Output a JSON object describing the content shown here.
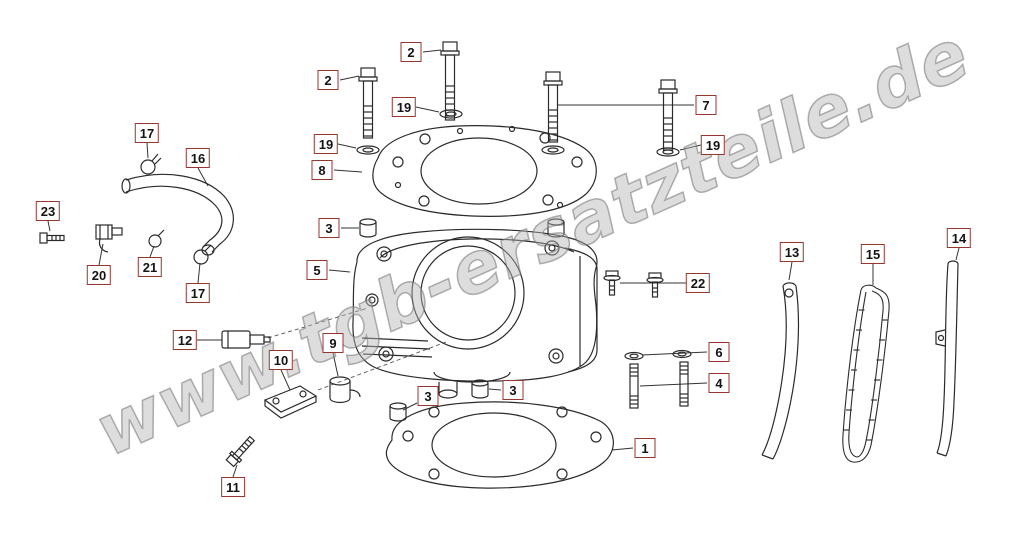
{
  "watermark": "www.tgb-ersatzteile.de",
  "callouts": [
    {
      "label": "2"
    },
    {
      "label": "2"
    },
    {
      "label": "19"
    },
    {
      "label": "7"
    },
    {
      "label": "19"
    },
    {
      "label": "19"
    },
    {
      "label": "8"
    },
    {
      "label": "17"
    },
    {
      "label": "16"
    },
    {
      "label": "23"
    },
    {
      "label": "3"
    },
    {
      "label": "20"
    },
    {
      "label": "21"
    },
    {
      "label": "17"
    },
    {
      "label": "5"
    },
    {
      "label": "13"
    },
    {
      "label": "15"
    },
    {
      "label": "14"
    },
    {
      "label": "22"
    },
    {
      "label": "12"
    },
    {
      "label": "10"
    },
    {
      "label": "9"
    },
    {
      "label": "6"
    },
    {
      "label": "4"
    },
    {
      "label": "3"
    },
    {
      "label": "3"
    },
    {
      "label": "11"
    },
    {
      "label": "1"
    }
  ]
}
